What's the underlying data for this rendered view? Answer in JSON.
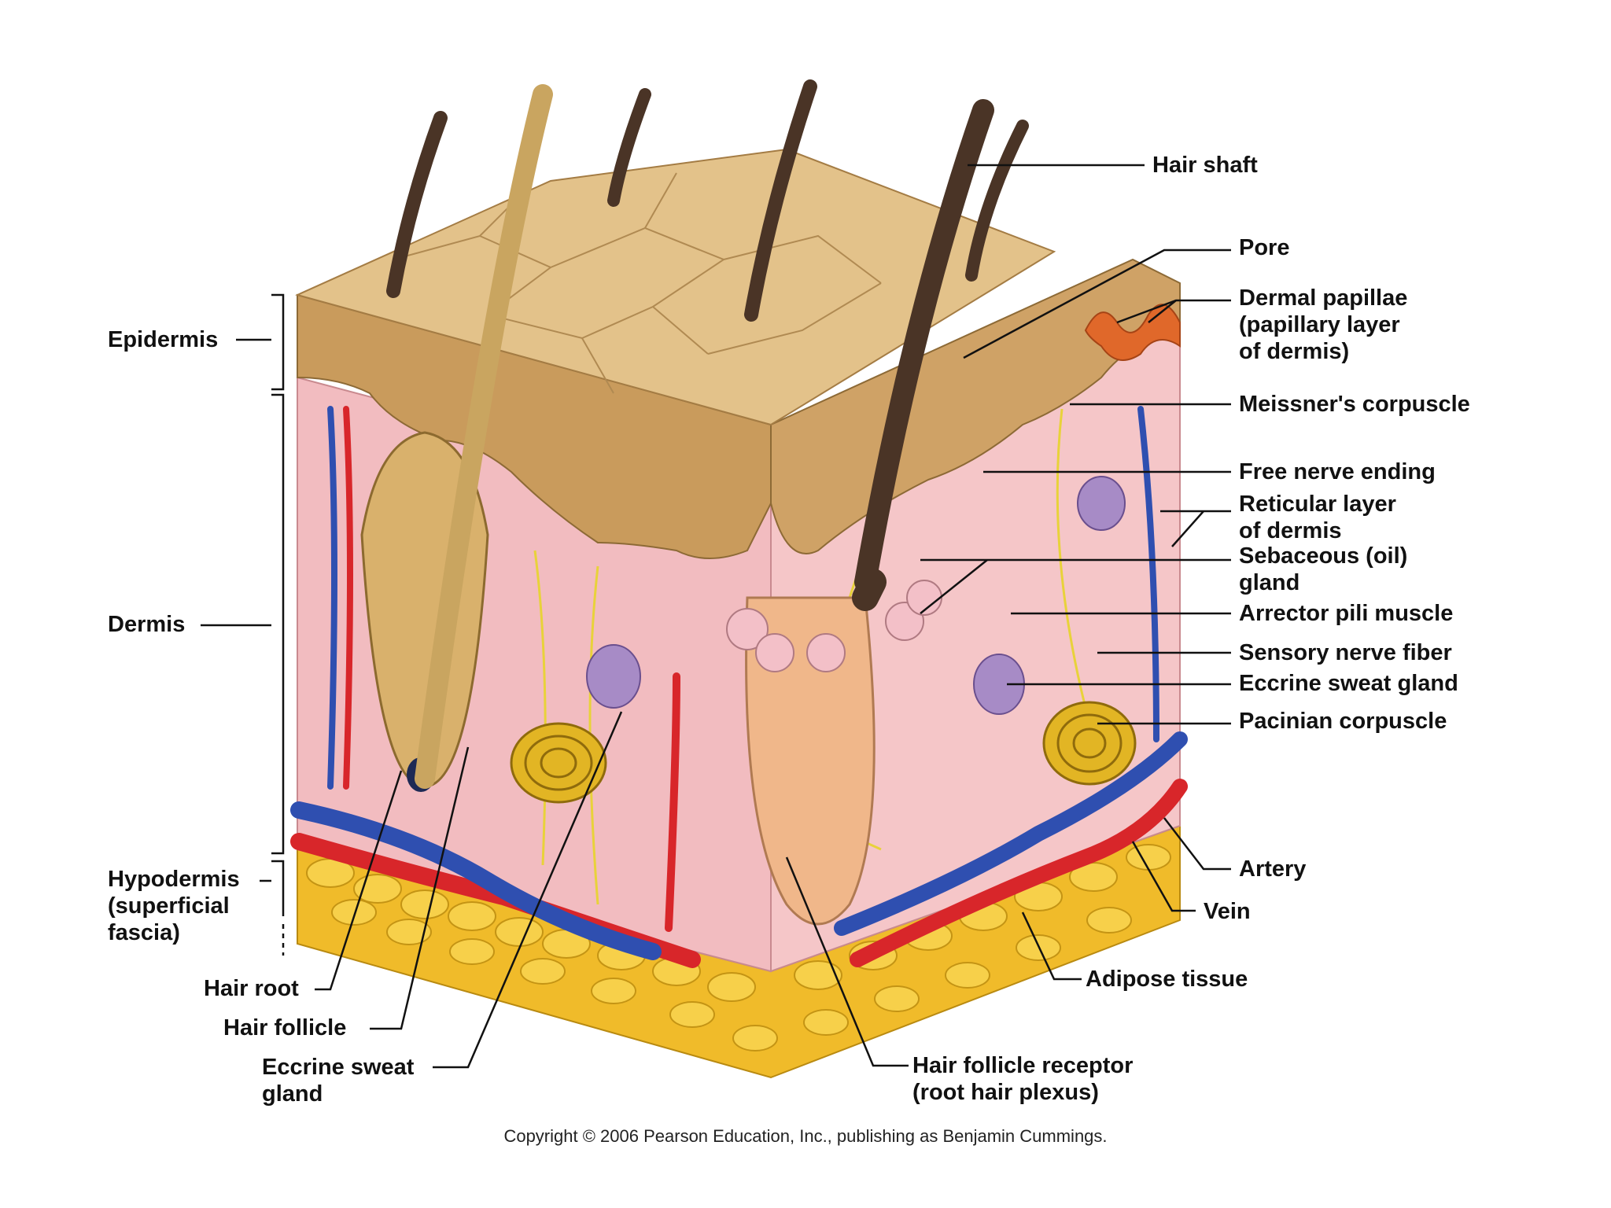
{
  "labels": {
    "hair_shaft": "Hair shaft",
    "pore": "Pore",
    "dermal_papillae": "Dermal papillae\n(papillary layer\n of dermis)",
    "meissner": "Meissner's corpuscle",
    "free_nerve": "Free nerve ending",
    "reticular": "Reticular layer\nof dermis",
    "sebaceous": "Sebaceous (oil)\ngland",
    "arrector": "Arrector pili muscle",
    "sensory_nerve": "Sensory nerve fiber",
    "eccrine_right": "Eccrine sweat gland",
    "pacinian": "Pacinian corpuscle",
    "artery": "Artery",
    "vein": "Vein",
    "adipose": "Adipose tissue",
    "hair_follicle_receptor": "Hair follicle receptor\n(root hair plexus)",
    "epidermis": "Epidermis",
    "dermis": "Dermis",
    "hypodermis": "Hypodermis\n(superficial\nfascia)",
    "hair_root": "Hair root",
    "hair_follicle": "Hair follicle",
    "eccrine_left": "Eccrine sweat\ngland"
  },
  "copyright": "Copyright © 2006 Pearson Education, Inc., publishing as Benjamin Cummings.",
  "colors": {
    "surface": "#e3c28a",
    "epidermis": "#c99b5c",
    "dermis": "#f2bcc0",
    "fat": "#f2c12e",
    "artery": "#d8262a",
    "vein": "#2f4fb0",
    "nerve": "#e8d23a",
    "hair": "#4a3426"
  }
}
